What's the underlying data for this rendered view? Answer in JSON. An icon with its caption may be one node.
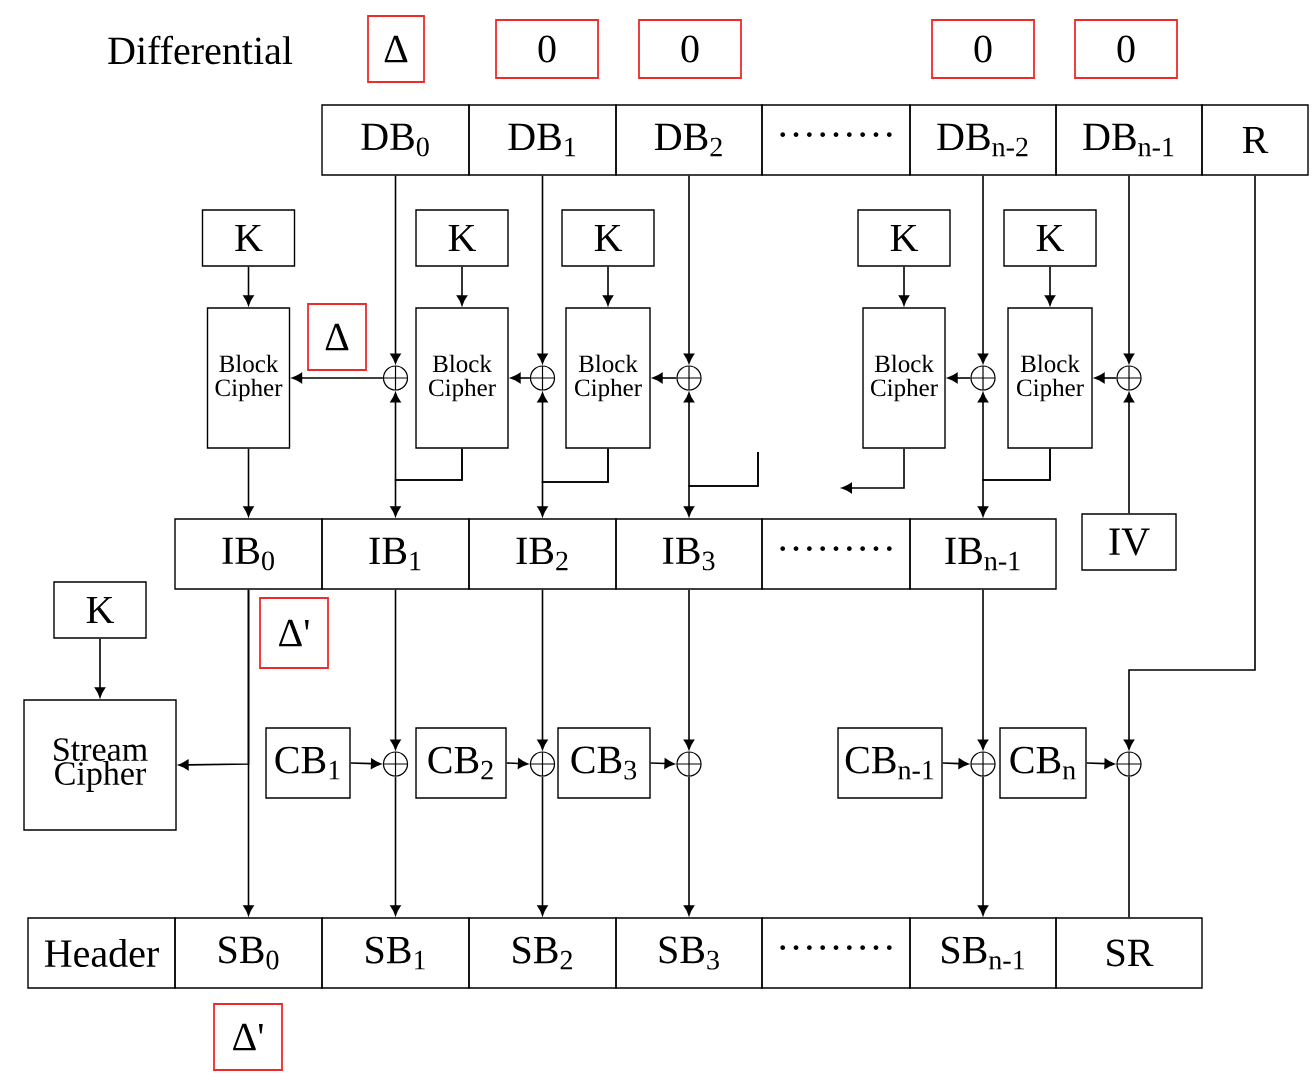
{
  "diagram": {
    "nodes": [
      {
        "text": [
          "Δ"
        ]
      },
      {
        "text": [
          "0"
        ]
      },
      {
        "text": [
          "0"
        ]
      },
      {
        "text": [
          "0"
        ]
      },
      {
        "text": [
          "0"
        ]
      },
      {
        "text": [
          "DB$_{0}$"
        ]
      },
      {
        "text": [
          "DB$_{1}$"
        ]
      },
      {
        "text": [
          "DB$_{2}$"
        ]
      },
      {
        "text": [
          "·········"
        ]
      },
      {
        "text": [
          "DB$_{n-2}$"
        ]
      },
      {
        "text": [
          "DB$_{n-1}$"
        ]
      },
      {
        "text": [
          "R"
        ]
      },
      {
        "text": [
          "K"
        ]
      },
      {
        "text": [
          "K"
        ]
      },
      {
        "text": [
          "K"
        ]
      },
      {
        "text": [
          "K"
        ]
      },
      {
        "text": [
          "K"
        ]
      },
      {
        "text": [
          "Block Cipher"
        ]
      },
      {
        "text": [
          "Δ"
        ]
      },
      {
        "text": [],
        "shape": "circle"
      },
      {
        "text": [
          "Block Cipher"
        ]
      },
      {
        "text": [],
        "shape": "circle"
      },
      {
        "text": [
          "Block Cipher"
        ]
      },
      {
        "text": [],
        "shape": "circle"
      },
      {
        "text": [
          "Block Cipher"
        ]
      },
      {
        "text": [],
        "shape": "circle"
      },
      {
        "text": [
          "Block Cipher"
        ]
      },
      {
        "text": [],
        "shape": "circle"
      },
      {
        "text": [
          "IB$_{0}$"
        ]
      },
      {
        "text": [
          "IB$_{1}$"
        ]
      },
      {
        "text": [
          "IB$_{2}$"
        ]
      },
      {
        "text": [
          "IB$_{3}$"
        ]
      },
      {
        "text": [
          "·········"
        ]
      },
      {
        "text": [
          "IB$_{n-1}$"
        ]
      },
      {
        "text": [
          "IV"
        ]
      },
      {
        "text": [
          "K"
        ]
      },
      {
        "text": [
          "Δ'"
        ]
      },
      {
        "text": [
          "Stream Cipher"
        ]
      },
      {
        "text": [
          "CB$_{1}$"
        ]
      },
      {
        "text": [],
        "shape": "circle"
      },
      {
        "text": [
          "CB$_{2}$"
        ]
      },
      {
        "text": [],
        "shape": "circle"
      },
      {
        "text": [
          "CB$_{3}$"
        ]
      },
      {
        "text": [],
        "shape": "circle"
      },
      {
        "text": [
          "CB$_{n-1}$"
        ]
      },
      {
        "text": [],
        "shape": "circle"
      },
      {
        "text": [
          "CB$_{n}$"
        ]
      },
      {
        "text": [],
        "shape": "circle"
      },
      {
        "text": [
          "Header"
        ]
      },
      {
        "text": [
          "SB$_{0}$"
        ]
      },
      {
        "text": [
          "SB$_{1}$"
        ]
      },
      {
        "text": [
          "SB$_{2}$"
        ]
      },
      {
        "text": [
          "SB$_{3}$"
        ]
      },
      {
        "text": [
          "·········"
        ]
      },
      {
        "text": [
          "SB$_{n-1}$"
        ]
      },
      {
        "text": [
          "SR"
        ]
      },
      {
        "text": [
          "Δ'"
        ]
      }
    ],
    "edges": [
      {
        "from": 12,
        "to": 17,
        "arrow": "to"
      },
      {
        "from": 13,
        "to": 20,
        "arrow": "to"
      },
      {
        "from": 14,
        "to": 22,
        "arrow": "to"
      },
      {
        "from": 15,
        "to": 24,
        "arrow": "to"
      },
      {
        "from": 16,
        "to": 26,
        "arrow": "to"
      },
      {
        "from": 5,
        "to": 19,
        "arrow": "to"
      },
      {
        "from": 19,
        "to": 17,
        "arrow": "to"
      },
      {
        "from": 20,
        "to": 19,
        "arrow": "to"
      },
      {
        "from": 20,
        "to": 29,
        "arrow": "to"
      },
      {
        "from": 6,
        "to": 21,
        "arrow": "to"
      },
      {
        "from": 21,
        "to": 20,
        "arrow": "to"
      },
      {
        "from": 22,
        "to": 21,
        "arrow": "to"
      },
      {
        "from": 22,
        "to": 30,
        "arrow": "to"
      },
      {
        "from": 7,
        "to": 23,
        "arrow": "to"
      },
      {
        "from": 23,
        "to": 22,
        "arrow": "to"
      },
      {
        "from": null,
        "to": 23,
        "arrow": "to"
      },
      {
        "from": null,
        "to": 31,
        "arrow": "to"
      },
      {
        "from": 24,
        "to": null,
        "arrow": "to"
      },
      {
        "from": 9,
        "to": 25,
        "arrow": "to"
      },
      {
        "from": 25,
        "to": 24,
        "arrow": "to"
      },
      {
        "from": 26,
        "to": 25,
        "arrow": "to"
      },
      {
        "from": 26,
        "to": 33,
        "arrow": "to"
      },
      {
        "from": 10,
        "to": 27,
        "arrow": "to"
      },
      {
        "from": 27,
        "to": 26,
        "arrow": "to"
      },
      {
        "from": 34,
        "to": 27,
        "arrow": "to"
      },
      {
        "from": 17,
        "to": 28,
        "arrow": "to"
      },
      {
        "from": 28,
        "to": 49,
        "arrow": "to"
      },
      {
        "from": 28,
        "to": 37,
        "arrow": "to"
      },
      {
        "from": 35,
        "to": 37,
        "arrow": "to"
      },
      {
        "from": 29,
        "to": 39,
        "arrow": "to"
      },
      {
        "from": 38,
        "to": 39,
        "arrow": "to"
      },
      {
        "from": 39,
        "to": 50,
        "arrow": "to"
      },
      {
        "from": 30,
        "to": 41,
        "arrow": "to"
      },
      {
        "from": 40,
        "to": 41,
        "arrow": "to"
      },
      {
        "from": 41,
        "to": 51,
        "arrow": "to"
      },
      {
        "from": 31,
        "to": 43,
        "arrow": "to"
      },
      {
        "from": 42,
        "to": 43,
        "arrow": "to"
      },
      {
        "from": 43,
        "to": 52,
        "arrow": "to"
      },
      {
        "from": 33,
        "to": 45,
        "arrow": "to"
      },
      {
        "from": 44,
        "to": 45,
        "arrow": "to"
      },
      {
        "from": 45,
        "to": 54,
        "arrow": "to"
      },
      {
        "from": 11,
        "to": 47,
        "arrow": "to"
      },
      {
        "from": 46,
        "to": 47,
        "arrow": "to"
      },
      {
        "from": 47,
        "to": 55,
        "arrow": "none"
      }
    ],
    "labels": [
      "Differential"
    ]
  }
}
